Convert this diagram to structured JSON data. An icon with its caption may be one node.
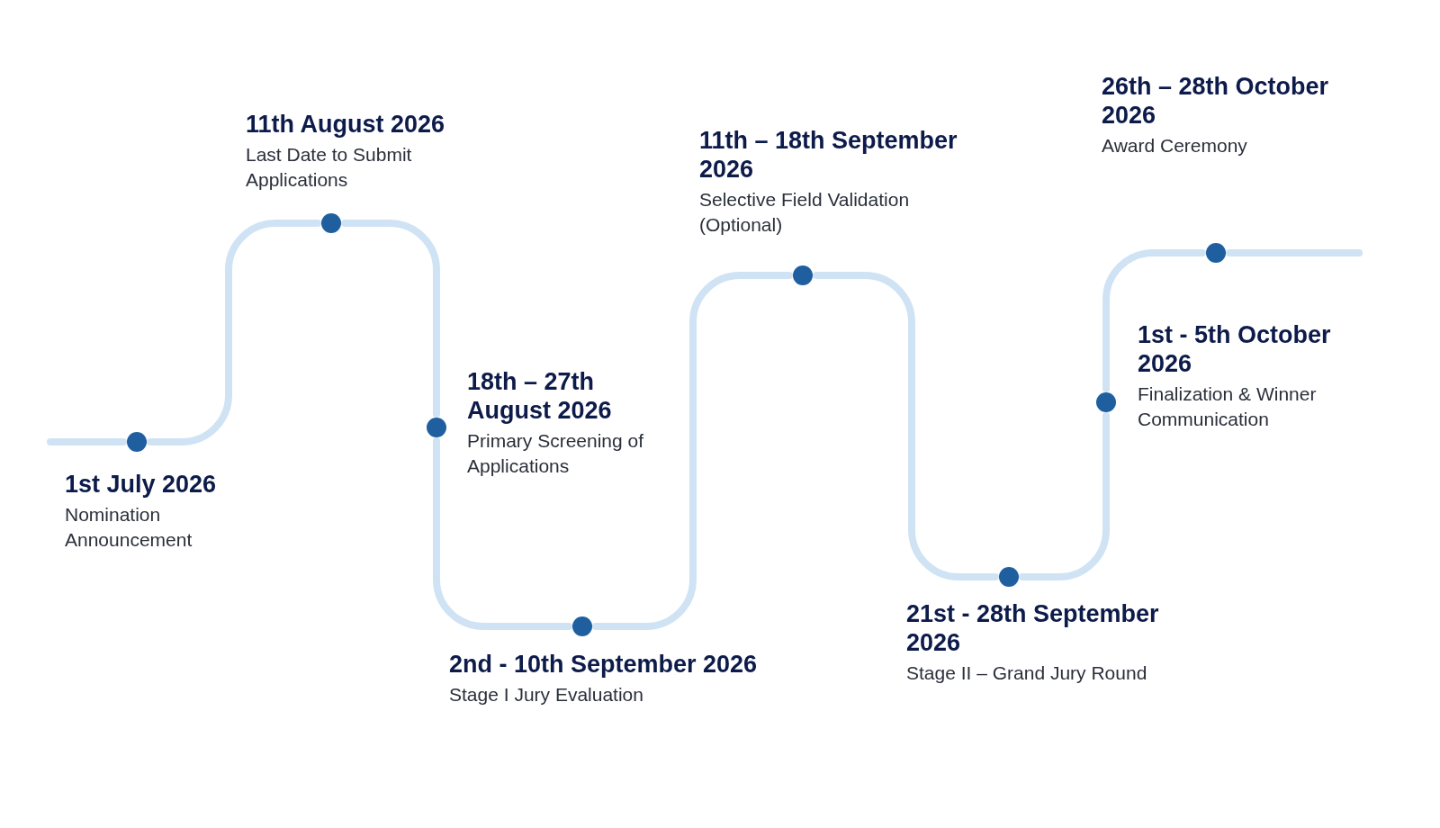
{
  "diagram": {
    "nodes": [
      {
        "text": [],
        "shape": "circle",
        "beside": [
          "1st July 2026",
          "Nomination Announcement"
        ]
      },
      {
        "text": [],
        "shape": "circle",
        "beside": [
          "11th August 2026",
          "Last Date to Submit Applications"
        ]
      },
      {
        "text": [],
        "shape": "circle",
        "beside": [
          "18th – 27th August 2026",
          "Primary Screening of Applications"
        ]
      },
      {
        "text": [],
        "shape": "circle",
        "beside": [
          "2nd - 10th September 2026",
          "Stage I Jury Evaluation"
        ]
      },
      {
        "text": [],
        "shape": "circle",
        "beside": [
          "11th – 18th September 2026",
          "Selective Field Validation (Optional)"
        ]
      },
      {
        "text": [],
        "shape": "circle",
        "beside": [
          "21st - 28th September 2026",
          "Stage II – Grand Jury Round"
        ]
      },
      {
        "text": [],
        "shape": "circle",
        "beside": [
          "1st - 5th October 2026",
          "Finalization & Winner Communication"
        ]
      },
      {
        "text": [],
        "shape": "circle",
        "beside": [
          "26th – 28th October 2026",
          "Award Ceremony"
        ]
      }
    ],
    "edges": [
      {
        "from": null,
        "to": 0,
        "arrow": "none"
      },
      {
        "from": 0,
        "to": 1,
        "arrow": "none"
      },
      {
        "from": 1,
        "to": 2,
        "arrow": "none"
      },
      {
        "from": 2,
        "to": 3,
        "arrow": "none"
      },
      {
        "from": 3,
        "to": 4,
        "arrow": "none"
      },
      {
        "from": 4,
        "to": 5,
        "arrow": "none"
      },
      {
        "from": 5,
        "to": 6,
        "arrow": "none"
      },
      {
        "from": 6,
        "to": 7,
        "arrow": "none"
      },
      {
        "from": 7,
        "to": null,
        "arrow": "none"
      }
    ]
  }
}
